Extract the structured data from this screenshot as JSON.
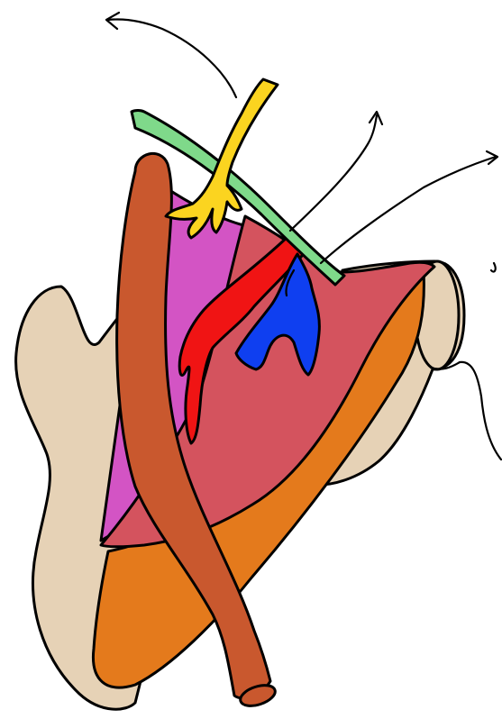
{
  "diagram": {
    "type": "anatomical-illustration",
    "labels": [],
    "colors": {
      "bone": "#e6d2b6",
      "orange_muscle": "#e47a1c",
      "magenta_region": "#d354c4",
      "pink_muscle": "#d4535e",
      "brown_muscle": "#c9582e",
      "green_band": "#7fd98a",
      "yellow_nerve": "#fbd420",
      "red_artery": "#f01414",
      "blue_vein": "#0f3ff0",
      "outline": "#000000",
      "background": "#ffffff"
    },
    "structures": [
      {
        "name": "bone",
        "color_key": "bone"
      },
      {
        "name": "orange-muscle",
        "color_key": "orange_muscle"
      },
      {
        "name": "magenta-region",
        "color_key": "magenta_region"
      },
      {
        "name": "pink-muscle",
        "color_key": "pink_muscle"
      },
      {
        "name": "brown-strap-muscle",
        "color_key": "brown_muscle"
      },
      {
        "name": "green-band",
        "color_key": "green_band"
      },
      {
        "name": "yellow-nerve",
        "color_key": "yellow_nerve"
      },
      {
        "name": "red-artery",
        "color_key": "red_artery"
      },
      {
        "name": "blue-vein",
        "color_key": "blue_vein"
      }
    ],
    "pointer_arrows": 4
  }
}
